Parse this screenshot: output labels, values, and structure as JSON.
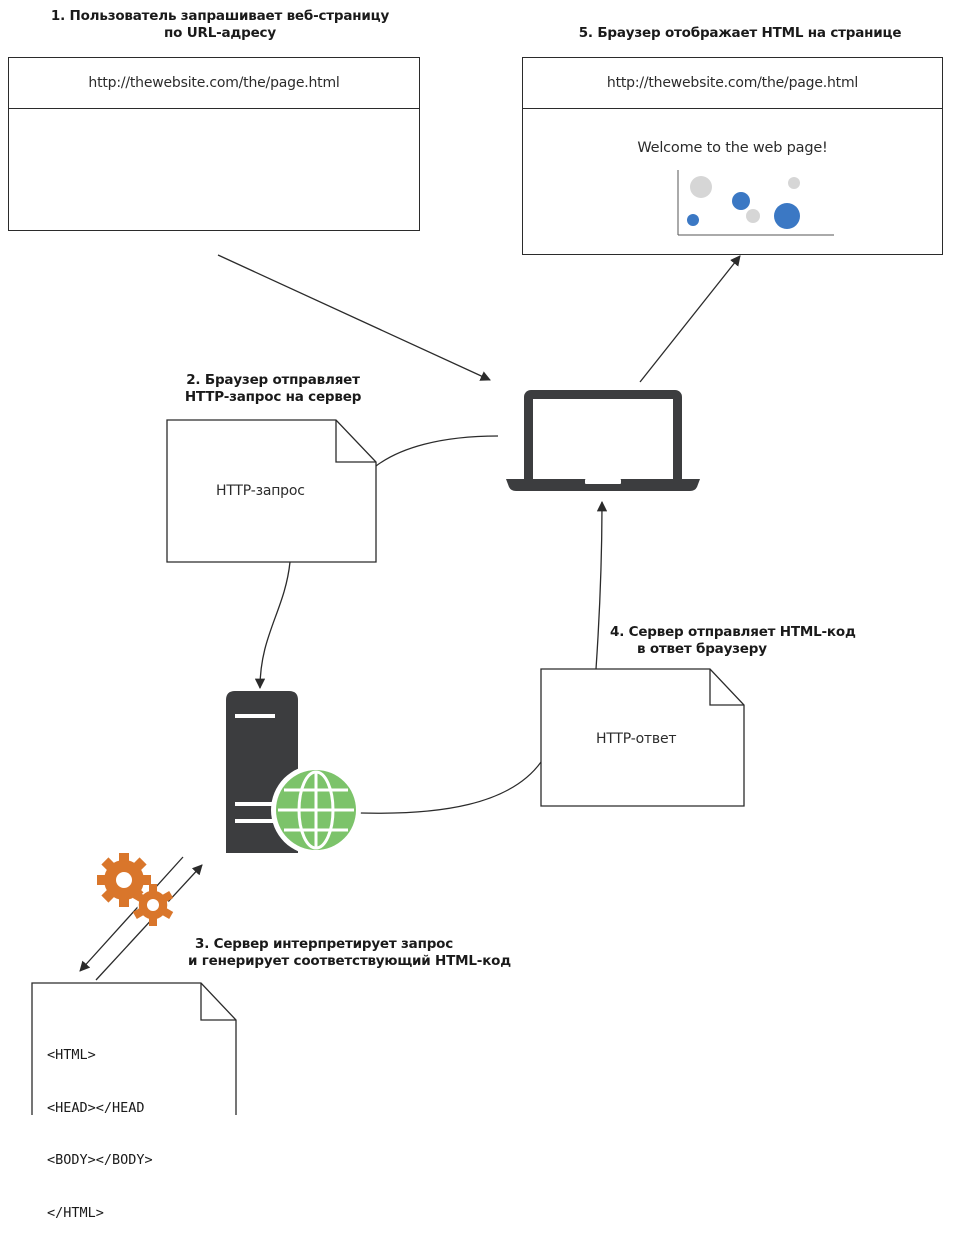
{
  "steps": {
    "step1": [
      "1. Пользователь запрашивает веб-страницу",
      "по URL-адресу"
    ],
    "step2": [
      "2. Браузер отправляет",
      "HTTP-запрос на сервер"
    ],
    "step3": [
      "3. Сервер интерпретирует запрос",
      "и генерирует соответствующий HTML-код"
    ],
    "step4": [
      "4. Сервер отправляет HTML-код",
      "в ответ браузеру"
    ],
    "step5": [
      "5. Браузер отображает HTML на странице"
    ]
  },
  "browser_left": {
    "url": "http://thewebsite.com/the/page.html"
  },
  "browser_right": {
    "url": "http://thewebsite.com/the/page.html",
    "content_text": "Welcome to the web page!"
  },
  "request_doc": {
    "label": "HTTP-запрос"
  },
  "response_doc": {
    "label": "HTTP-ответ"
  },
  "html_doc": {
    "lines": [
      "<HTML>",
      "<HEAD></HEAD",
      "<BODY></BODY>",
      "</HTML>"
    ]
  },
  "icons": [
    "laptop-icon",
    "server-icon",
    "globe-icon",
    "gears-icon"
  ],
  "colors": {
    "line": "#2b2b2b",
    "server": "#3c3d3f",
    "globe": "#7cc36a",
    "gear": "#d9762b",
    "bubble_blue": "#3b78c4",
    "bubble_gray": "#d6d6d6"
  }
}
